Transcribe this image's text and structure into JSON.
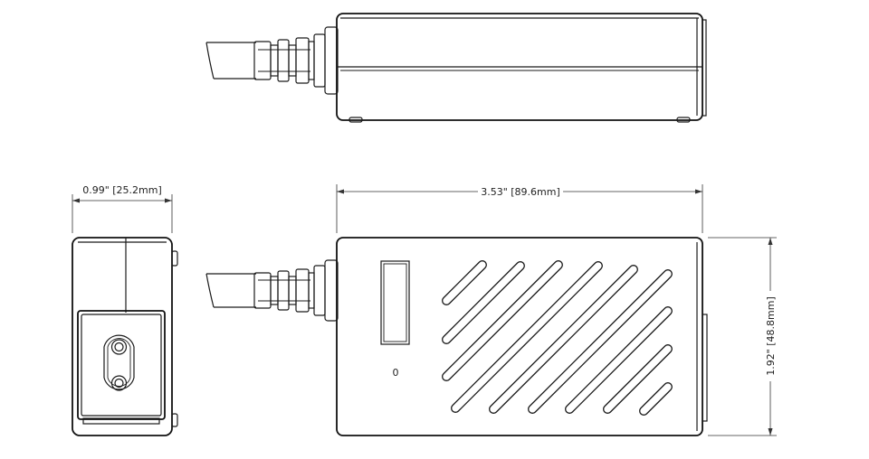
{
  "dimensions": {
    "depth": "0.99\" [25.2mm]",
    "length": "3.53\" [89.6mm]",
    "width": "1.92\" [48.8mm]"
  },
  "led_marker": "0"
}
